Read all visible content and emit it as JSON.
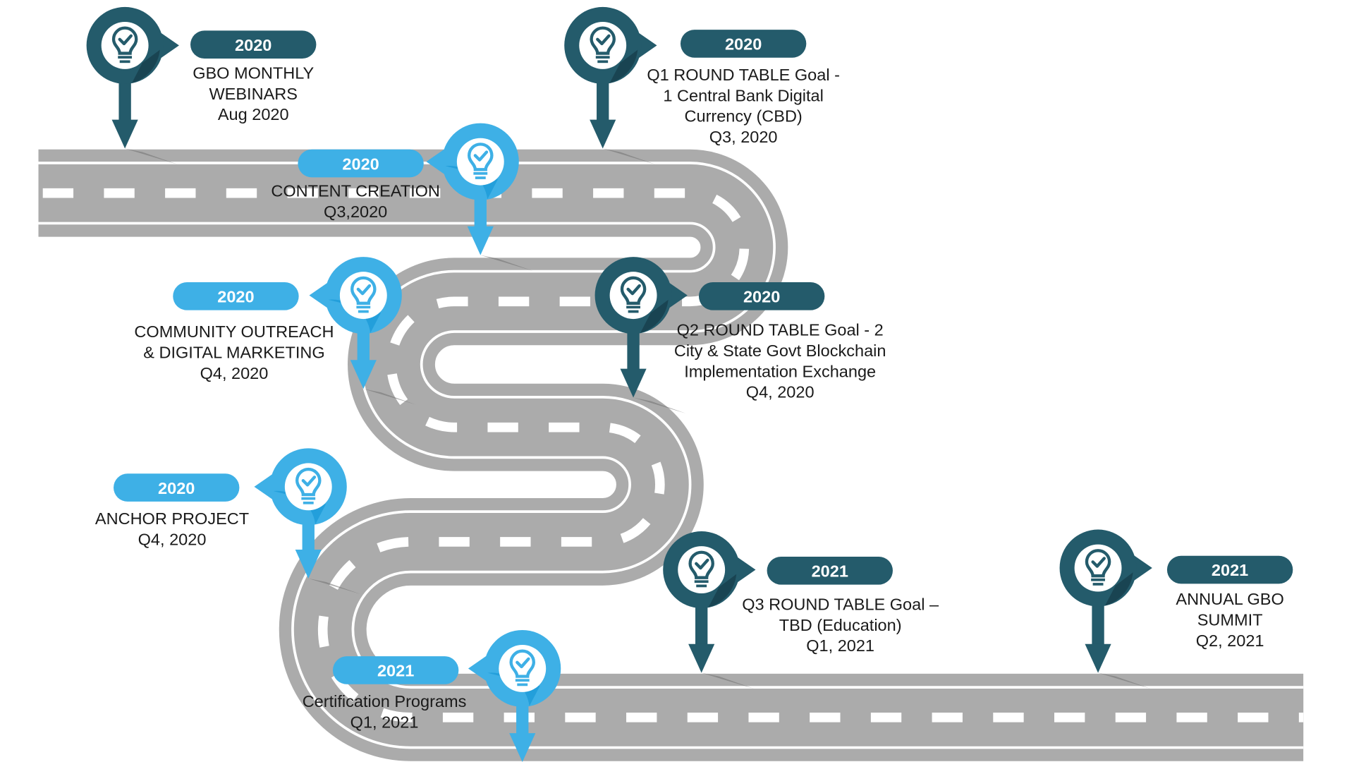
{
  "colors": {
    "dark": "#245b6b",
    "dark_shadow": "#163f4c",
    "light": "#3eb0e6",
    "light_shadow": "#1d9bd8",
    "road": "#ababab",
    "line": "#ffffff"
  },
  "milestones": [
    {
      "theme": "dark",
      "year": "2020",
      "lines": [
        "GBO MONTHLY",
        "WEBINARS",
        "Aug 2020"
      ],
      "icon": "lightbulb-check-icon"
    },
    {
      "theme": "light",
      "year": "2020",
      "lines": [
        "CONTENT CREATION",
        "Q3,2020"
      ],
      "icon": "lightbulb-check-icon"
    },
    {
      "theme": "dark",
      "year": "2020",
      "lines": [
        "Q1 ROUND TABLE Goal -",
        "1 Central Bank Digital",
        "Currency (CBD)",
        "Q3, 2020"
      ],
      "icon": "lightbulb-check-icon"
    },
    {
      "theme": "light",
      "year": "2020",
      "lines": [
        "COMMUNITY OUTREACH",
        "& DIGITAL MARKETING",
        "Q4, 2020"
      ],
      "icon": "lightbulb-check-icon"
    },
    {
      "theme": "dark",
      "year": "2020",
      "lines": [
        "Q2 ROUND TABLE Goal - 2",
        "City & State Govt Blockchain",
        "Implementation Exchange",
        "Q4, 2020"
      ],
      "icon": "lightbulb-check-icon"
    },
    {
      "theme": "light",
      "year": "2020",
      "lines": [
        "ANCHOR PROJECT",
        "Q4, 2020"
      ],
      "icon": "lightbulb-check-icon"
    },
    {
      "theme": "dark",
      "year": "2021",
      "lines": [
        "Q3 ROUND TABLE Goal –",
        "TBD (Education)",
        "Q1, 2021"
      ],
      "icon": "lightbulb-check-icon"
    },
    {
      "theme": "dark",
      "year": "2021",
      "lines": [
        "ANNUAL GBO",
        "SUMMIT",
        "Q2, 2021"
      ],
      "icon": "lightbulb-check-icon"
    },
    {
      "theme": "light",
      "year": "2021",
      "lines": [
        "Certification Programs",
        "Q1, 2021"
      ],
      "icon": "lightbulb-check-icon"
    }
  ]
}
